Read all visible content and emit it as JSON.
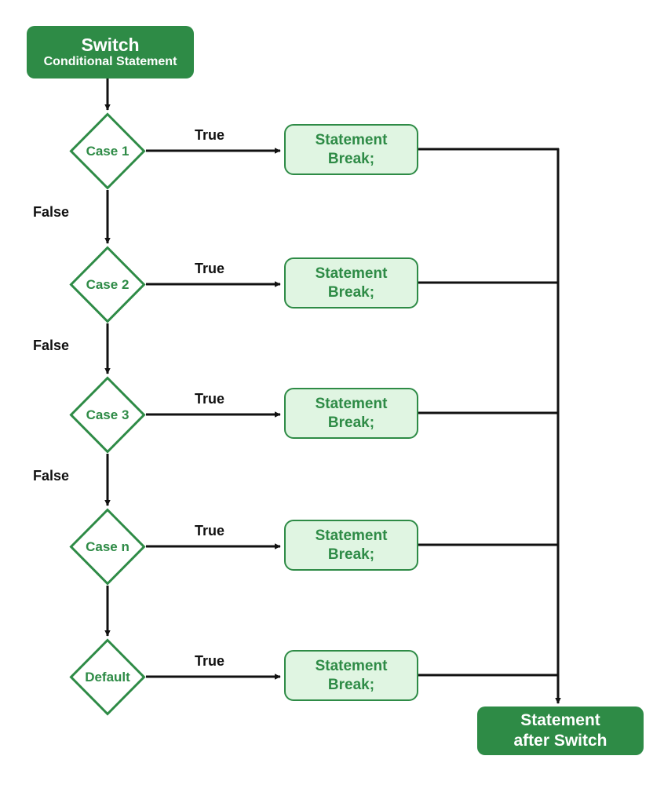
{
  "diagram": {
    "title_node": {
      "line1": "Switch",
      "line2": "Conditional Statement"
    },
    "end_node": {
      "line1": "Statement",
      "line2": "after Switch"
    },
    "decisions": [
      {
        "label": "Case 1",
        "true_label": "True",
        "false_label": "False"
      },
      {
        "label": "Case 2",
        "true_label": "True",
        "false_label": "False"
      },
      {
        "label": "Case 3",
        "true_label": "True",
        "false_label": "False"
      },
      {
        "label": "Case n",
        "true_label": "True",
        "false_label": ""
      },
      {
        "label": "Default",
        "true_label": "True",
        "false_label": ""
      }
    ],
    "statements": [
      {
        "line1": "Statement",
        "line2": "Break;"
      },
      {
        "line1": "Statement",
        "line2": "Break;"
      },
      {
        "line1": "Statement",
        "line2": "Break;"
      },
      {
        "line1": "Statement",
        "line2": "Break;"
      },
      {
        "line1": "Statement",
        "line2": "Break;"
      }
    ],
    "colors": {
      "solid_fill": "#2E8B46",
      "solid_text": "#FFFFFF",
      "light_fill": "#E0F5E2",
      "light_border": "#2E8B46",
      "light_text": "#2E8B46",
      "diamond_fill": "#FFFFFF",
      "diamond_stroke": "#2E8B46",
      "diamond_text": "#2E8B46",
      "connector": "#111111",
      "background": "#FFFFFF"
    }
  }
}
